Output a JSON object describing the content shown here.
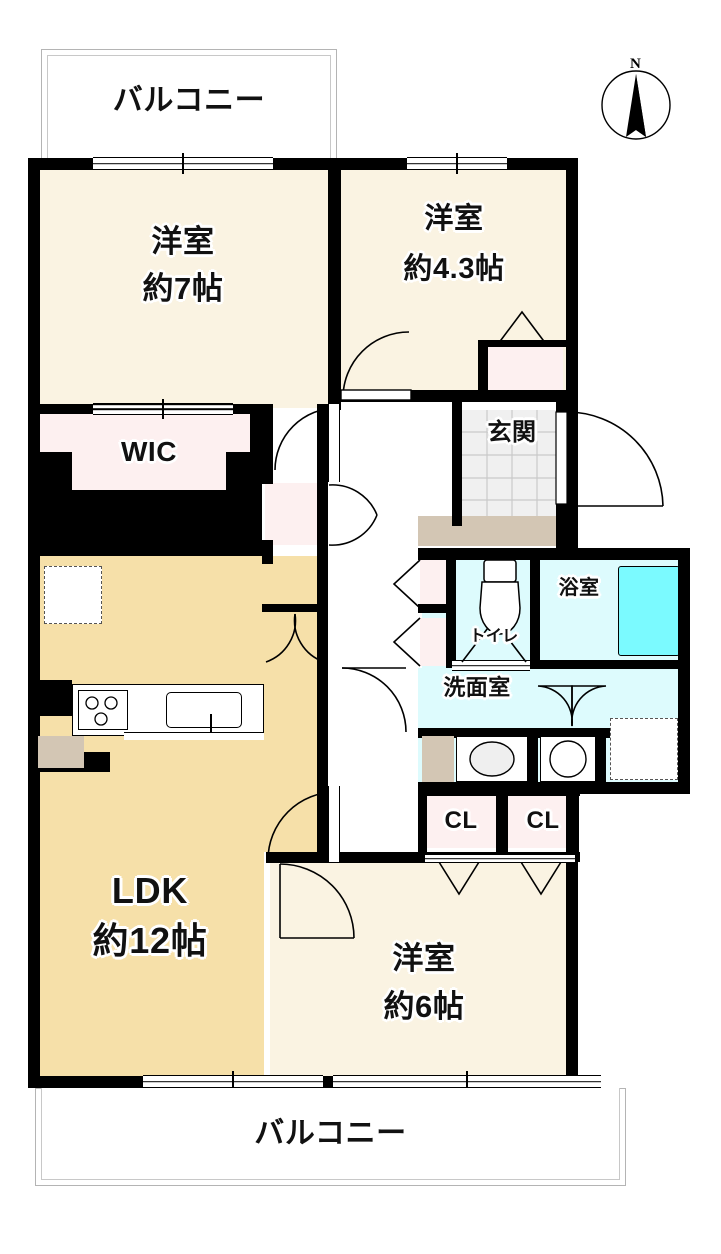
{
  "title": "Apartment floor plan",
  "plan": {
    "orientation_label": "N",
    "balcony_top": {
      "label": "バルコニー"
    },
    "balcony_bottom": {
      "label": "バルコニー"
    },
    "rooms": [
      {
        "id": "washitsu-7",
        "name": "洋室",
        "size": "約7帖",
        "kind": "bedroom"
      },
      {
        "id": "washitsu-43",
        "name": "洋室",
        "size": "約4.3帖",
        "kind": "bedroom"
      },
      {
        "id": "washitsu-6",
        "name": "洋室",
        "size": "約6帖",
        "kind": "bedroom"
      },
      {
        "id": "ldk",
        "name": "LDK",
        "size": "約12帖",
        "kind": "living-dining-kitchen"
      }
    ],
    "storage": [
      {
        "id": "wic",
        "label": "WIC"
      },
      {
        "id": "cl-left",
        "label": "CL"
      },
      {
        "id": "cl-right",
        "label": "CL"
      }
    ],
    "service_rooms": [
      {
        "id": "genkan",
        "label": "玄関"
      },
      {
        "id": "yokushitsu",
        "label": "浴室"
      },
      {
        "id": "toilet",
        "label": "トイレ"
      },
      {
        "id": "senmenshitsu",
        "label": "洗面室"
      }
    ],
    "colors": {
      "room_fill": "#faf3e2",
      "ldk_fill": "#f6e0a9",
      "closet_fill": "#fdf0f0",
      "wet_fill": "#ddfbfd",
      "tub_fill": "#7bfaff",
      "genkan_fill": "#f0f0f0",
      "step_fill": "#d3c6b4",
      "wall": "#000000"
    }
  }
}
